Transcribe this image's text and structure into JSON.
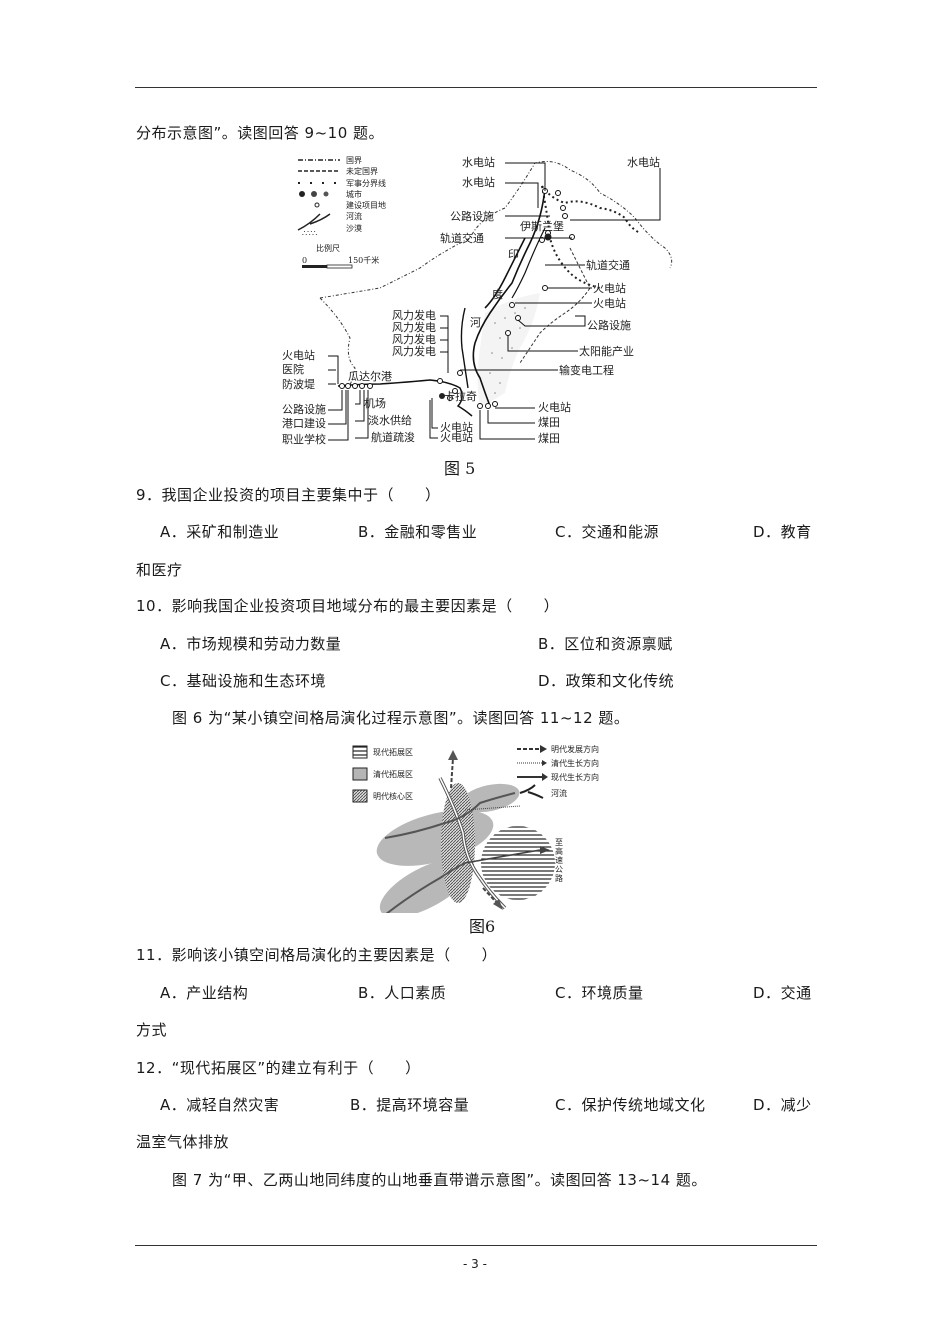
{
  "page": {
    "number": "- 3 -",
    "intro_continuation": "分布示意图”。读图回答 9~10 题。"
  },
  "figure5": {
    "caption": "图 5",
    "legend": {
      "items": [
        "国界",
        "未定国界",
        "军事分界线",
        "城市",
        "建设项目地",
        "河流",
        "沙漠"
      ],
      "scale_title": "比例尺",
      "scale_zero": "0",
      "scale_value": "150千米"
    },
    "labels": {
      "hydro1": "水电站",
      "hydro2": "水电站",
      "hydro3": "水电站",
      "road_top": "公路设施",
      "capital": "伊斯兰堡",
      "rail_left": "轨道交通",
      "rail_right": "轨道交通",
      "river_yin": "印",
      "river_du": "度",
      "river_he": "河",
      "thermal_r1": "火电站",
      "thermal_r2": "火电站",
      "road_right": "公路设施",
      "solar": "太阳能产业",
      "transmission": "输变电工程",
      "wind1": "风力发电",
      "wind2": "风力发电",
      "wind3": "风力发电",
      "wind4": "风力发电",
      "thermal_left": "火电站",
      "hospital": "医院",
      "breakwater": "防波堤",
      "gwadar": "瓜达尔港",
      "road_left": "公路设施",
      "port": "港口建设",
      "school": "职业学校",
      "airport": "机场",
      "water": "淡水供给",
      "channel": "航道疏浚",
      "karachi": "卡拉奇",
      "thermal_b1": "火电站",
      "thermal_b2": "火电站",
      "thermal_b3": "火电站",
      "coal1": "煤田",
      "coal2": "煤田"
    }
  },
  "questions": [
    {
      "number": "9．",
      "stem": "我国企业投资的项目主要集中于（　　）",
      "options": [
        {
          "letter": "A．",
          "text": "采矿和制造业"
        },
        {
          "letter": "B．",
          "text": "金融和零售业"
        },
        {
          "letter": "C．",
          "text": "交通和能源"
        },
        {
          "letter": "D．",
          "text": "教育"
        }
      ],
      "wrap": "和医疗"
    },
    {
      "number": "10．",
      "stem": "影响我国企业投资项目地域分布的最主要因素是（　　）",
      "options": [
        {
          "letter": "A．",
          "text": "市场规模和劳动力数量"
        },
        {
          "letter": "B．",
          "text": "区位和资源禀赋"
        },
        {
          "letter": "C．",
          "text": "基础设施和生态环境"
        },
        {
          "letter": "D．",
          "text": "政策和文化传统"
        }
      ]
    },
    {
      "number": "11．",
      "stem": "影响该小镇空间格局演化的主要因素是（　　）",
      "options": [
        {
          "letter": "A．",
          "text": "产业结构"
        },
        {
          "letter": "B．",
          "text": "人口素质"
        },
        {
          "letter": "C．",
          "text": "环境质量"
        },
        {
          "letter": "D．",
          "text": "交通"
        }
      ],
      "wrap": "方式"
    },
    {
      "number": "12．",
      "stem": "“现代拓展区”的建立有利于（　　）",
      "options": [
        {
          "letter": "A．",
          "text": "减轻自然灾害"
        },
        {
          "letter": "B．",
          "text": "提高环境容量"
        },
        {
          "letter": "C．",
          "text": "保护传统地域文化"
        },
        {
          "letter": "D．",
          "text": "减少"
        }
      ],
      "wrap": "温室气体排放"
    }
  ],
  "intro_fig6": "图 6 为“某小镇空间格局演化过程示意图”。读图回答 11~12 题。",
  "intro_fig7": "图 7 为“甲、乙两山地同纬度的山地垂直带谱示意图”。读图回答 13~14 题。",
  "figure6": {
    "caption": "图6",
    "legend_left": [
      "现代拓展区",
      "清代拓展区",
      "明代核心区"
    ],
    "legend_right": [
      "明代发展方向",
      "清代生长方向",
      "现代生长方向",
      "河流"
    ],
    "highway_label": [
      "至",
      "高",
      "速",
      "公",
      "路"
    ]
  }
}
